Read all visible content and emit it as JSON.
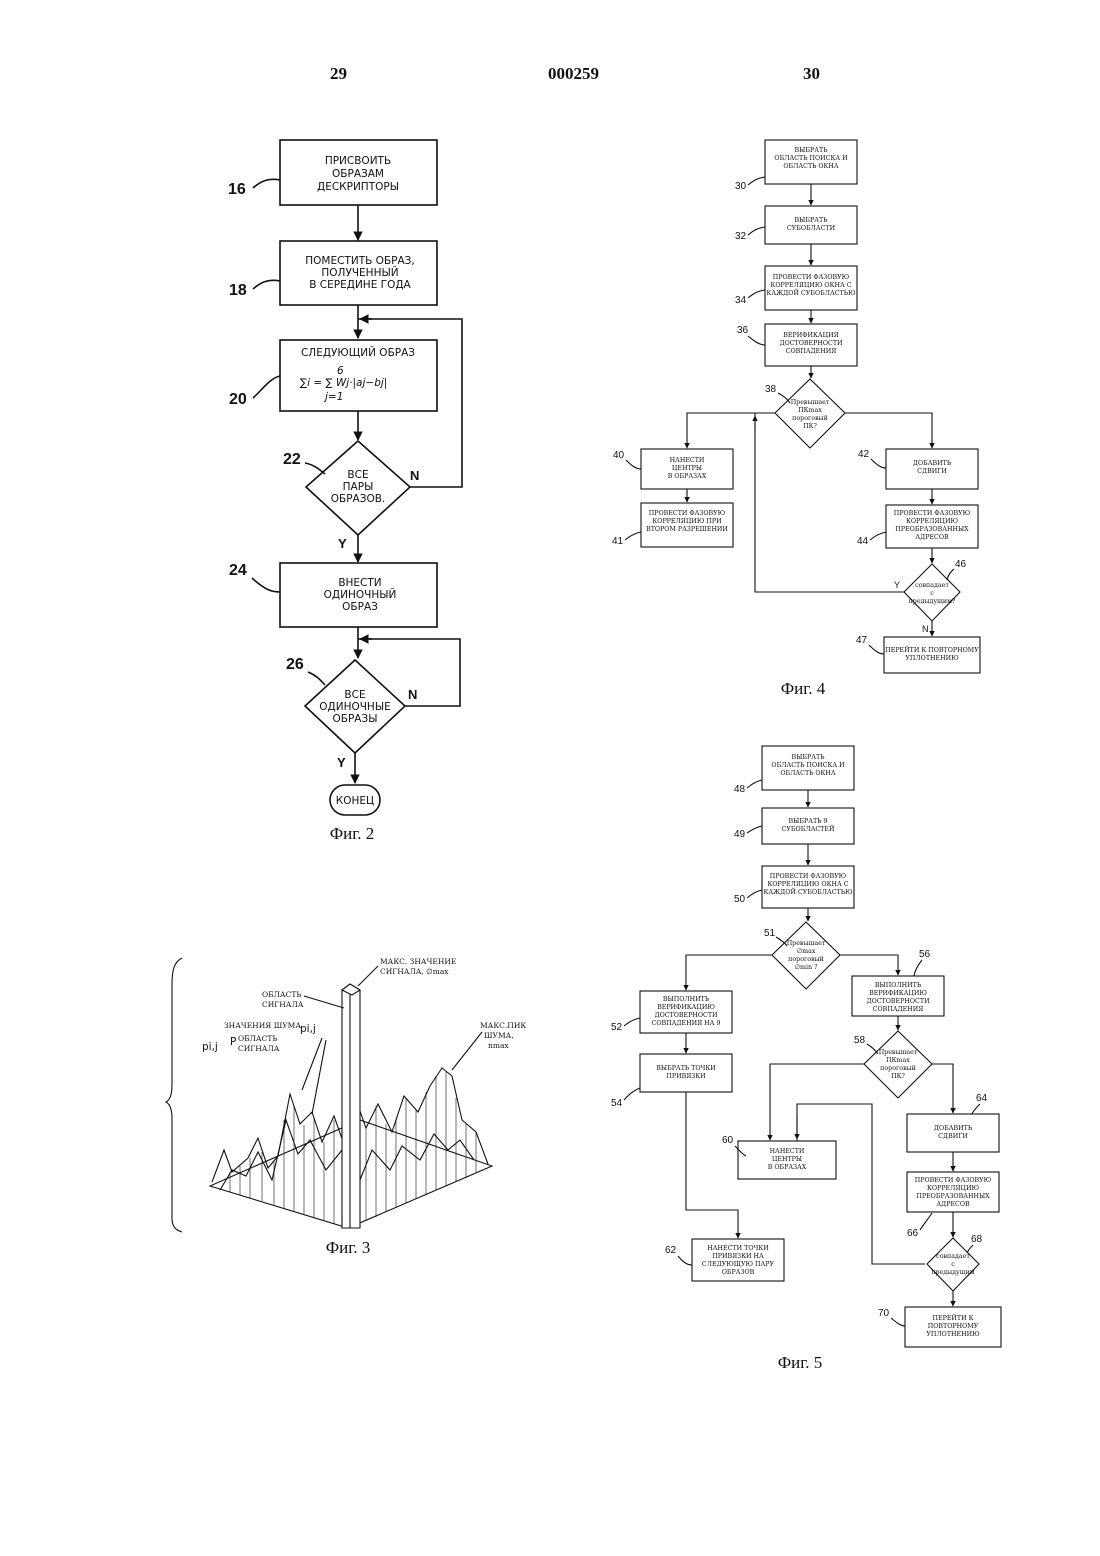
{
  "header": {
    "left_page": "29",
    "doc_number": "000259",
    "right_page": "30"
  },
  "fig2": {
    "caption": "Фиг. 2",
    "n16": "16",
    "b16": [
      "ПРИСВОИТЬ",
      "ОБРАЗАМ",
      "ДЕСКРИПТОРЫ"
    ],
    "n18": "18",
    "b18": [
      "ПОМЕСТИТЬ ОБРАЗ,",
      "ПОЛУЧЕННЫЙ",
      "В СЕРЕДИНЕ ГОДА"
    ],
    "n20": "20",
    "b20_title": "СЛЕДУЮЩИЙ ОБРАЗ",
    "b20_formula": "∑i = ∑  Wj·|aj−bj|",
    "b20_upper": "6",
    "b20_lower": "j=1",
    "n22": "22",
    "d22": [
      "ВСЕ",
      "ПАРЫ",
      "ОБРАЗОВ."
    ],
    "n24": "24",
    "b24": [
      "ВНЕСТИ",
      "ОДИНОЧНЫЙ",
      "ОБРАЗ"
    ],
    "n26": "26",
    "d26": [
      "ВСЕ",
      "ОДИНОЧНЫЕ",
      "ОБРАЗЫ"
    ],
    "end": "КОНЕЦ",
    "yes": "Y",
    "no": "N"
  },
  "fig3": {
    "caption": "Фиг. 3",
    "lbl_max_signal": [
      "МАКС. ЗНАЧЕНИЕ",
      "СИГНАЛА, ∅max"
    ],
    "lbl_signal_area": [
      "ОБЛАСТЬ",
      "СИГНАЛА"
    ],
    "lbl_noise": "ЗНАЧЕНИЯ ШУМА",
    "lbl_pij_right": "pi,j",
    "lbl_pij_left": "pi,j",
    "lbl_p": "P",
    "lbl_area2": [
      "ОБЛАСТЬ",
      "СИГНАЛА"
    ],
    "lbl_max_noise": [
      "МАКС.ПИК",
      "ШУМА,",
      "nmax"
    ]
  },
  "fig4": {
    "caption": "Фиг. 4",
    "n30": "30",
    "b30": [
      "ВЫБРАТЬ",
      "ОБЛАСТЬ ПОИСКА И",
      "ОБЛАСТЬ ОКНА"
    ],
    "n32": "32",
    "b32": [
      "ВЫБРАТЬ",
      "СУБОБЛАСТИ"
    ],
    "n34": "34",
    "b34": [
      "ПРОВЕСТИ ФАЗОВУЮ",
      "КОРРЕЛЯЦИЮ ОКНА С",
      "КАЖДОЙ СУБОБЛАСТЬЮ"
    ],
    "n36": "36",
    "b36": [
      "ВЕРИФИКАЦИЯ",
      "ДОСТОВЕРНОСТИ",
      "СОВПАДЕНИЯ"
    ],
    "n38": "38",
    "d38": [
      "Превышает",
      "ПКmax",
      "пороговый",
      "ПК?"
    ],
    "n40": "40",
    "b40": [
      "НАНЕСТИ",
      "ЦЕНТРЫ",
      "В ОБРАЗАХ"
    ],
    "n41": "41",
    "b41": [
      "ПРОВЕСТИ ФАЗОВУЮ",
      "КОРРЕЛЯЦИЮ ПРИ",
      "ВТОРОМ РАЗРЕШЕНИИ"
    ],
    "n42": "42",
    "b42": [
      "ДОБАВИТЬ",
      "СДВИГИ"
    ],
    "n44": "44",
    "b44": [
      "ПРОВЕСТИ ФАЗОВУЮ",
      "КОРРЕЛЯЦИЮ",
      "ПРЕОБРАЗОВАННЫХ",
      "АДРЕСОВ"
    ],
    "n46": "46",
    "d46": [
      "совпадает",
      "с",
      "предыдущим?"
    ],
    "n47": "47",
    "b47": [
      "ПЕРЕЙТИ К ПОВТОРНОМУ",
      "УПЛОТНЕНИЮ"
    ],
    "yes": "Y",
    "no": "N"
  },
  "fig5": {
    "caption": "Фиг. 5",
    "n48": "48",
    "b48": [
      "ВЫБРАТЬ",
      "ОБЛАСТЬ ПОИСКА И",
      "ОБЛАСТЬ ОКНА"
    ],
    "n49": "49",
    "b49": [
      "ВЫБРАТЬ 9",
      "СУБОБЛАСТЕЙ"
    ],
    "n50": "50",
    "b50": [
      "ПРОВЕСТИ ФАЗОВУЮ",
      "КОРРЕЛЯЦИЮ ОКНА С",
      "КАЖДОЙ СУБОБЛАСТЬЮ"
    ],
    "n51": "51",
    "d51": [
      "Превышает",
      "∅max",
      "пороговый",
      "∅min ?"
    ],
    "n52": "52",
    "b52": [
      "ВЫПОЛНИТЬ",
      "ВЕРИФИКАЦИЮ",
      "ДОСТОВЕРНОСТИ",
      "СОВПАДЕНИЯ НА 9"
    ],
    "n54": "54",
    "b54": [
      "ВЫБРАТЬ ТОЧКИ",
      "ПРИВЯЗКИ"
    ],
    "n56": "56",
    "b56": [
      "ВЫПОЛНИТЬ",
      "ВЕРИФИКАЦИЮ",
      "ДОСТОВЕРНОСТИ",
      "СОВПАДЕНИЯ"
    ],
    "n58": "58",
    "d58": [
      "Превышает",
      "ПКmax",
      "пороговый",
      "ПК?"
    ],
    "n60": "60",
    "b60": [
      "НАНЕСТИ",
      "ЦЕНТРЫ",
      "В ОБРАЗАХ"
    ],
    "n62": "62",
    "b62": [
      "НАНЕСТИ ТОЧКИ",
      "ПРИВЯЗКИ НА",
      "СЛЕДУЮЩУЮ ПАРУ",
      "ОБРАЗОВ"
    ],
    "n64": "64",
    "b64": [
      "ДОБАВИТЬ",
      "СДВИГИ"
    ],
    "n66": "66",
    "b66": [
      "ПРОВЕСТИ ФАЗОВУЮ",
      "КОРРЕЛЯЦИЮ",
      "ПРЕОБРАЗОВАННЫХ",
      "АДРЕСОВ"
    ],
    "n68": "68",
    "d68": [
      "совпадает",
      "с",
      "предыдущим"
    ],
    "n70": "70",
    "b70": [
      "ПЕРЕЙТИ К",
      "ПОВТОРНОМУ",
      "УПЛОТНЕНИЮ"
    ]
  }
}
